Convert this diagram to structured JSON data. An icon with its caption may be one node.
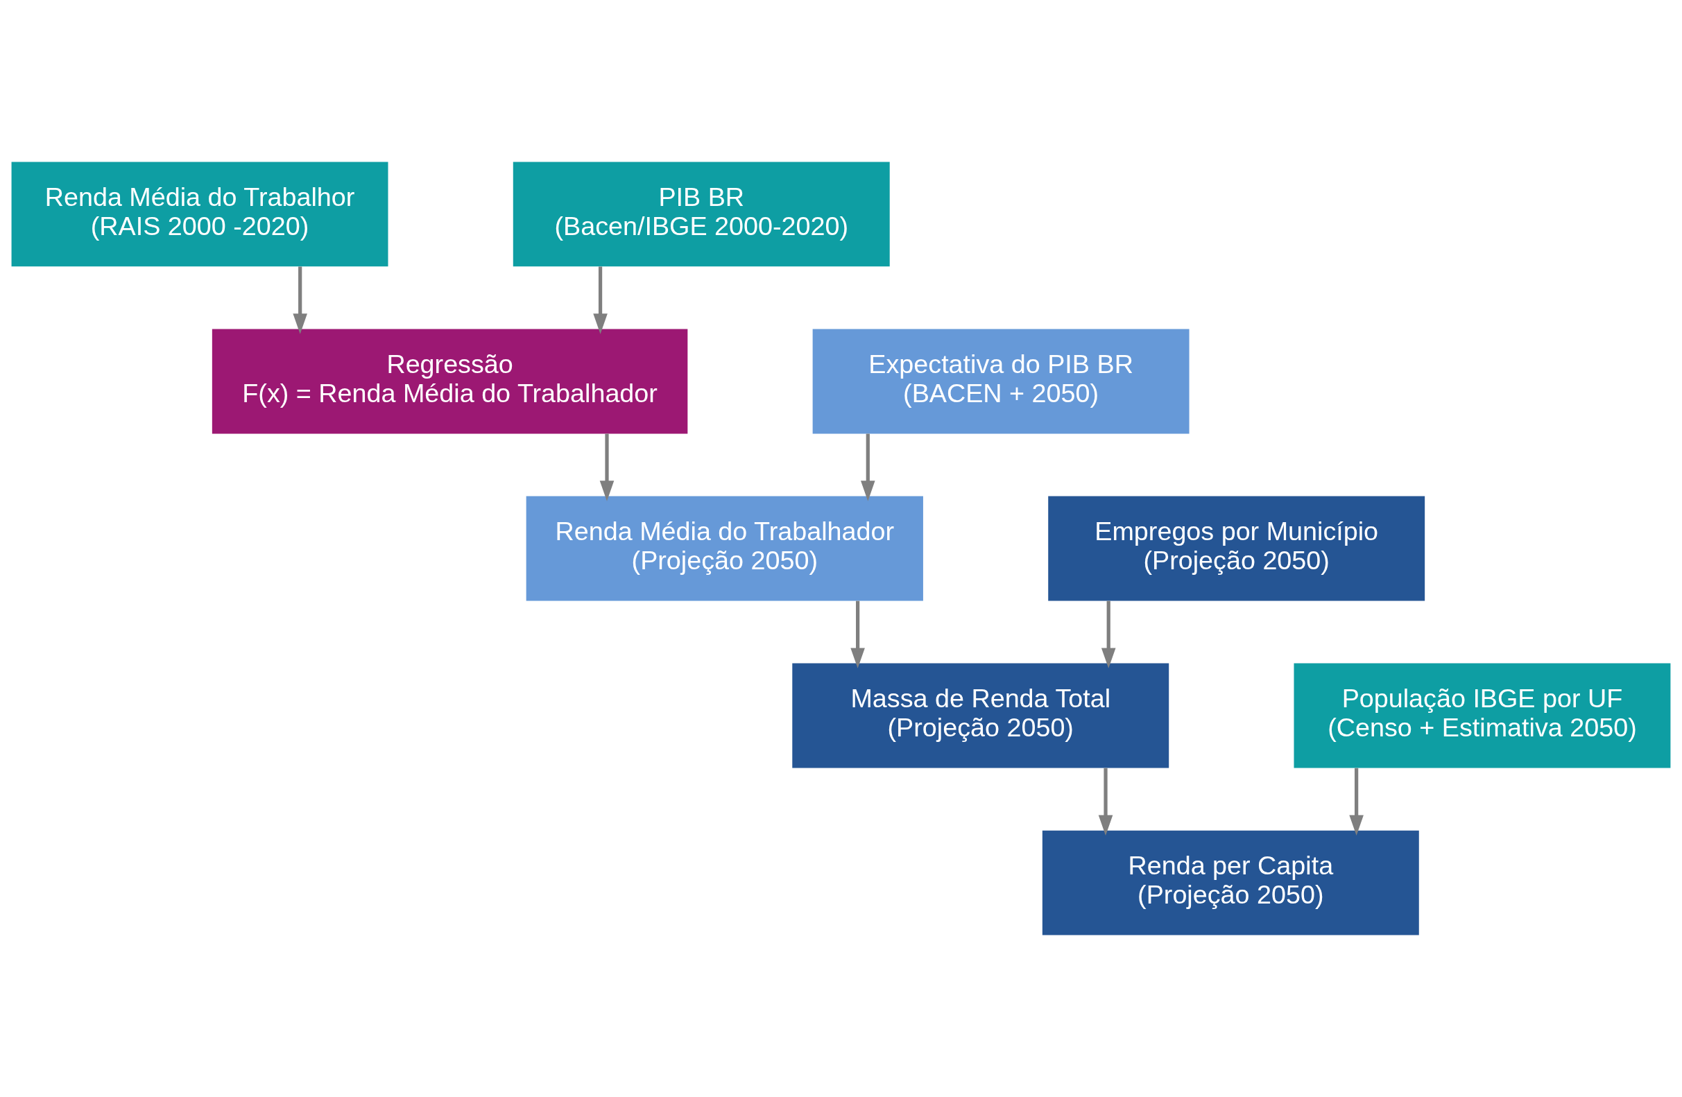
{
  "diagram": {
    "nodes": [
      {
        "text": [
          "Renda Média do Trabalhor",
          "(RAIS 2000 -2020)"
        ]
      },
      {
        "text": [
          "PIB BR",
          "(Bacen/IBGE 2000-2020)"
        ]
      },
      {
        "text": [
          "Regressão",
          "F(x) = Renda Média do Trabalhador"
        ]
      },
      {
        "text": [
          "Expectativa do PIB BR",
          "(BACEN + 2050)"
        ]
      },
      {
        "text": [
          "Empregos por Município",
          "(Projeção 2050)"
        ]
      },
      {
        "text": [
          "Renda Média do Trabalhador",
          "(Projeção 2050)"
        ]
      },
      {
        "text": [
          "Massa de Renda Total",
          "(Projeção 2050)"
        ]
      },
      {
        "text": [
          "População IBGE por UF",
          "(Censo + Estimativa 2050)"
        ]
      },
      {
        "text": [
          "Renda per Capita",
          "(Projeção 2050)"
        ]
      }
    ],
    "edges": [
      {
        "from": 0,
        "to": 2,
        "arrow": "to"
      },
      {
        "from": 1,
        "to": 2,
        "arrow": "to"
      },
      {
        "from": 2,
        "to": 5,
        "arrow": "to"
      },
      {
        "from": 3,
        "to": 5,
        "arrow": "to"
      },
      {
        "from": 4,
        "to": 6,
        "arrow": "to"
      },
      {
        "from": 5,
        "to": 6,
        "arrow": "to"
      },
      {
        "from": 6,
        "to": 8,
        "arrow": "to"
      },
      {
        "from": 7,
        "to": 8,
        "arrow": "to"
      }
    ]
  }
}
